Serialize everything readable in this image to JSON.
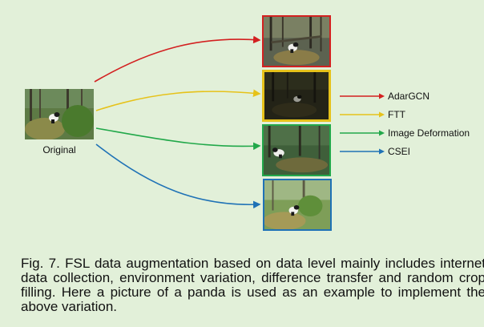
{
  "figure": {
    "original_label": "Original",
    "legend": [
      {
        "label": "AdarGCN",
        "color": "#d32020"
      },
      {
        "label": "FTT",
        "color": "#e6c21a"
      },
      {
        "label": "Image Deformation",
        "color": "#22a84a"
      },
      {
        "label": "CSEI",
        "color": "#1f72b6"
      }
    ]
  },
  "caption": "Fig. 7. FSL data augmentation based on data level mainly includes internet data collection, environment variation, difference transfer and random crop filling. Here a picture of a panda is used as an example to implement the above variation."
}
